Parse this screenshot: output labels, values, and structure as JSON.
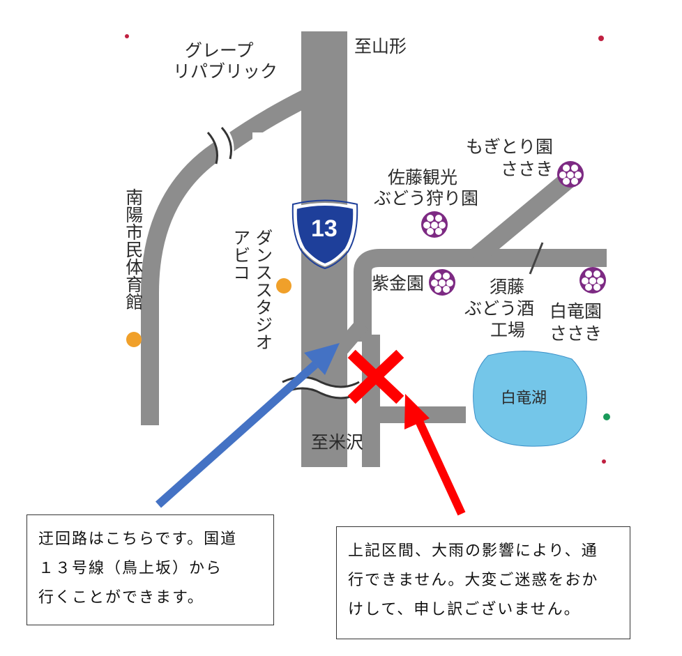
{
  "map": {
    "route_shield": "13",
    "labels": {
      "to_yamagata": "至山形",
      "to_yonezawa": "至米沢",
      "grape_republic_line1": "グレープ",
      "grape_republic_line2": "リパブリック",
      "nanyo_gym": "南陽市民体育館",
      "dance_studio_line1": "ダンススタジオ",
      "dance_studio_line2": "アビコ",
      "mogitori_line1": "もぎとり園",
      "mogitori_line2": "ささき",
      "sato_line1": "佐藤観光",
      "sato_line2": "ぶどう狩り園",
      "shikinen": "紫金園",
      "suto_line1": "須藤",
      "suto_line2": "ぶどう酒",
      "suto_line3": "工場",
      "hakuryuen_line1": "白竜園",
      "hakuryuen_line2": "ささき",
      "lake": "白竜湖"
    },
    "icons": [
      "grape-icon",
      "orange-dot-icon",
      "closed-x-icon",
      "detour-arrow-icon",
      "warning-arrow-icon"
    ]
  },
  "notes": {
    "detour": {
      "line1": "迂回路はこちらです。国道",
      "line2": "１３号線（鳥上坂）から",
      "line3": "行くことができます。"
    },
    "closure": {
      "line1": "上記区間、大雨の影響により、通",
      "line2": "行できません。大変ご迷惑をおか",
      "line3": "けして、申し訳ございません。"
    }
  }
}
